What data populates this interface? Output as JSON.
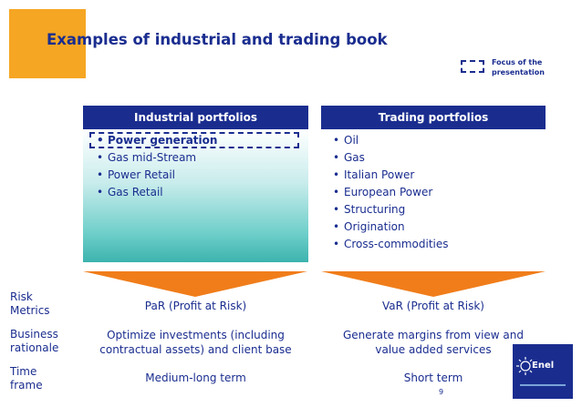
{
  "title": "Examples of industrial and trading book",
  "focus_legend": {
    "line1": "Focus of the",
    "line2": "presentation"
  },
  "industrial": {
    "header": "Industrial portfolios",
    "items": [
      "Power generation",
      "Gas mid-Stream",
      "Power Retail",
      "Gas Retail"
    ]
  },
  "trading": {
    "header": "Trading portfolios",
    "items": [
      "Oil",
      "Gas",
      "Italian Power",
      "European Power",
      "Structuring",
      "Origination",
      "Cross-commodities"
    ]
  },
  "rows": [
    {
      "label_line1": "Risk",
      "label_line2": "Metrics",
      "industrial": "PaR (Profit at Risk)",
      "trading": "VaR (Profit at Risk)"
    },
    {
      "label_line1": "Business",
      "label_line2": "rationale",
      "industrial_line1": "Optimize investments (including",
      "industrial_line2": "contractual assets) and client base",
      "trading_line1": "Generate margins from view and",
      "trading_line2": "value added services"
    },
    {
      "label_line1": "Time",
      "label_line2": "frame",
      "industrial": "Medium-long term",
      "trading": "Short term"
    }
  ],
  "logo": {
    "text": "Enel"
  },
  "page_number": "9",
  "colors": {
    "navy": "#1a2d8f",
    "orange": "#f5a623",
    "arrow": "#f07d1a",
    "teal": "#3db3ae"
  }
}
